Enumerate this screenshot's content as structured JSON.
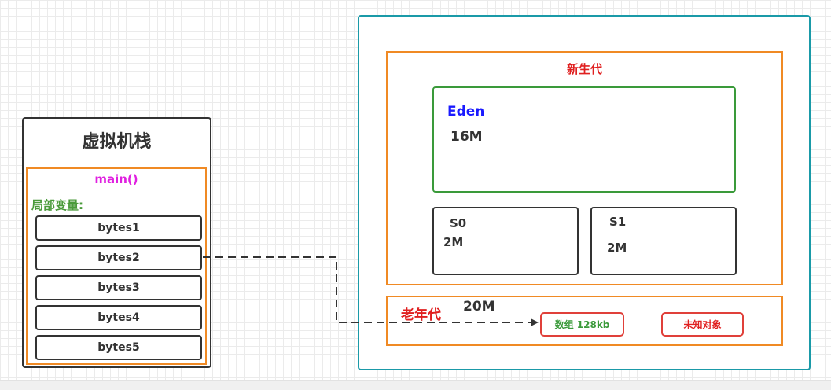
{
  "stack": {
    "title": "虚拟机栈",
    "frame_label": "main()",
    "locals_label": "局部变量:",
    "vars": [
      "bytes1",
      "bytes2",
      "bytes3",
      "bytes4",
      "bytes5"
    ]
  },
  "heap": {
    "young": {
      "label": "新生代",
      "eden": {
        "name": "Eden",
        "size": "16M"
      },
      "s0": {
        "name": "S0",
        "size": "2M"
      },
      "s1": {
        "name": "S1",
        "size": "2M"
      }
    },
    "old": {
      "label": "老年代",
      "size": "20M",
      "objects": [
        "数组 128kb",
        "未知对象"
      ]
    }
  },
  "colors": {
    "stack_border": "#333333",
    "frame_border": "#f08a24",
    "heap_border": "#1a9aa8",
    "eden_border": "#3a9a3a",
    "object_border": "#e0403a",
    "arrow": "#333333"
  }
}
